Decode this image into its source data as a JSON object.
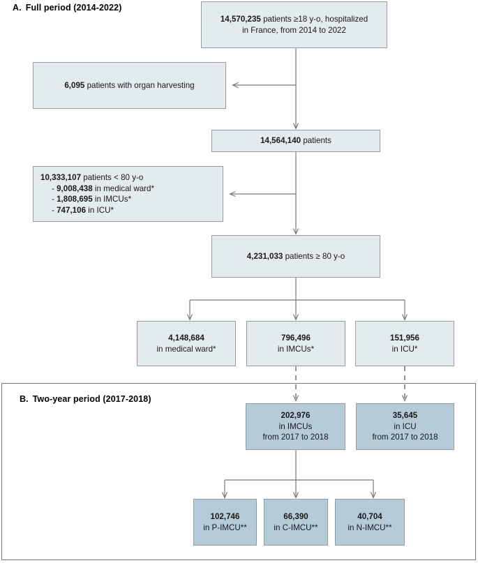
{
  "figure": {
    "type": "flowchart",
    "description": "Patient selection flow diagram",
    "colors": {
      "panel_a_box_fill": "#e4ebee",
      "panel_b_box_fill": "#b5cbd8",
      "box_border": "#9a9a9a",
      "panel_frame": "#767676",
      "connector": "#7a7a7a",
      "text": "#18181a"
    }
  },
  "panels": {
    "a": {
      "letter": "A.",
      "title": "Full period (2014-2022)"
    },
    "b": {
      "letter": "B.",
      "title": "Two-year period (2017-2018)"
    }
  },
  "nodes": {
    "cohort_total": {
      "count": "14,570,235",
      "line1_rest": " patients ≥18 y-o, hospitalized",
      "line2": "in France, from 2014 to 2022"
    },
    "organ_harvesting": {
      "count": "6,095",
      "rest": " patients with organ harvesting"
    },
    "after_exclusion": {
      "count": "14,564,140",
      "rest": " patients"
    },
    "under80": {
      "count": "10,333,107",
      "rest": " patients < 80 y-o",
      "items": [
        {
          "dash": "-",
          "count": "9,008,438",
          "rest": " in medical ward*"
        },
        {
          "dash": "-",
          "count": "1,808,695",
          "rest": " in IMCUs*"
        },
        {
          "dash": "-",
          "count": "747,106",
          "rest": " in ICU*"
        }
      ]
    },
    "over80": {
      "count": "4,231,033",
      "rest": " patients ≥ 80 y-o"
    },
    "a_medical_ward": {
      "count": "4,148,684",
      "line2": "in medical ward*"
    },
    "a_imcus": {
      "count": "796,496",
      "line2": "in IMCUs*"
    },
    "a_icu": {
      "count": "151,956",
      "line2": "in ICU*"
    },
    "b_imcus": {
      "count": "202,976",
      "line2": "in IMCUs",
      "line3": "from 2017 to 2018"
    },
    "b_icu": {
      "count": "35,645",
      "line2": "in ICU",
      "line3": "from 2017 to 2018"
    },
    "b_pimcu": {
      "count": "102,746",
      "line2": "in P-IMCU**"
    },
    "b_cimcu": {
      "count": "66,390",
      "line2": "in C-IMCU**"
    },
    "b_nimcu": {
      "count": "40,704",
      "line2": "in N-IMCU**"
    }
  }
}
